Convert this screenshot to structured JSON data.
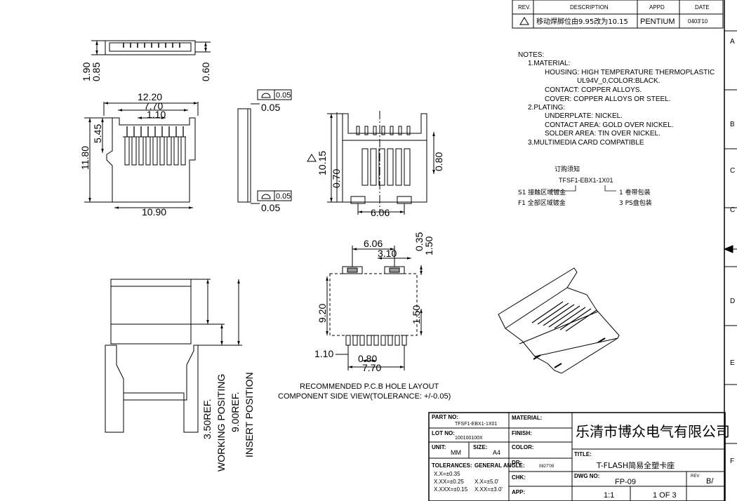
{
  "revision_block": {
    "headers": {
      "rev": "REV.",
      "description": "DESCRIPTION",
      "appd": "APPD",
      "date": "DATE"
    },
    "row": {
      "description": "移动焊脚位由9.95改为10.15",
      "appd": "PENTIUM",
      "date": "0403'10"
    }
  },
  "zone_letters": [
    "A",
    "B",
    "C",
    "D",
    "E",
    "F"
  ],
  "notes": {
    "heading": "NOTES:",
    "lines": [
      "1.MATERIAL:",
      "HOUSING: HIGH TEMPERATURE THERMOPLASTIC",
      "UL94V_0,COLOR:BLACK.",
      "CONTACT: COPPER ALLOYS.",
      "COVER: COPPER ALLOYS OR STEEL.",
      "2.PLATING:",
      "UNDERPLATE: NICKEL.",
      "CONTACT AREA: GOLD OVER NICKEL.",
      "SOLDER AREA: TIN OVER NICKEL.",
      "3.MULTIMEDIA CARD COMPATIBLE"
    ]
  },
  "ordering": {
    "title": "订购须知",
    "part_code": "TFSF1-EBX1-1X01",
    "s1": "S1  接触区域镀金",
    "f1": "F1  全部区域镀金",
    "opt1": "1  卷带包装",
    "opt3": "3  PS盘包装"
  },
  "dimensions": {
    "top_view": [
      "1.90",
      "0.85",
      "0.60"
    ],
    "front_view": [
      "12.20",
      "7.70",
      "1.10",
      "5.45",
      "11.80",
      "10.90"
    ],
    "side_view": [
      "0.05",
      "0.05",
      "0.05",
      "0.05"
    ],
    "back_view": [
      "10.15",
      "0.70",
      "0.80",
      "6.06"
    ],
    "pcb": [
      "6.06",
      "3.10",
      "0.35",
      "1.50",
      "9.20",
      "1.50",
      "1.10",
      "0.80",
      "7.70"
    ],
    "card": [
      "3.50REF.",
      "WORKING POSITING",
      "9.00REF.",
      "INSERT POSITION"
    ]
  },
  "pcb_caption": {
    "line1": "RECOMMENDED P.C.B HOLE LAYOUT",
    "line2": "COMPONENT SIDE VIEW(TOLERANCE: +/-0.05)"
  },
  "title_block": {
    "part_no_label": "PART NO:",
    "part_no": "TFSF1-EBX1-1X01",
    "lot_no_label": "LOT NO:",
    "lot_no": "100100100X",
    "unit_label": "UNIT:",
    "unit": "MM",
    "size_label": "SIZE:",
    "size": "A4",
    "tolerances_label": "TOLERANCES:",
    "tol1": "X.X=±0.35",
    "tol2": "X.XX=±0.25",
    "tol3": "X.XXX=±0.15",
    "angle_label": "GENERAL ANGLE:",
    "ang1": "X.X=±5.0'",
    "ang2": "X.XX=±3.0'",
    "material_label": "MATERIAL:",
    "finish_label": "FINISH:",
    "color_label": "COLOR:",
    "dr_label": "DR:",
    "dr": "0827'09",
    "chk_label": "CHK:",
    "app_label": "APP:",
    "company": "乐清市博众电气有限公司",
    "title_label": "TITLE:",
    "title": "T-FLASH简易全塑卡座",
    "dwg_label": "DWG NO:",
    "dwg_no": "FP-09",
    "scale": "1:1",
    "sheet": "1 OF 3",
    "rev_label": "REV",
    "rev": "B/"
  }
}
